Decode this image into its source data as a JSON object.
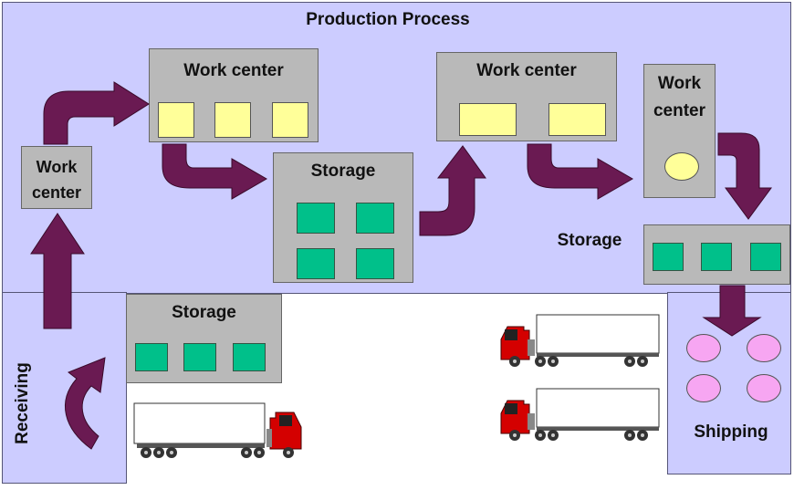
{
  "title": "Production Process",
  "work_center_label": "Work center",
  "storage_label": "Storage",
  "receiving_label": "Receiving",
  "shipping_label": "Shipping",
  "colors": {
    "region": "#ccccff",
    "box": "#b9b9b9",
    "arrow": "#6a1a52",
    "yellow_item": "#ffff99",
    "green_item": "#00c08a",
    "pink_item": "#f7a6f2",
    "truck_cab": "#d40000"
  }
}
